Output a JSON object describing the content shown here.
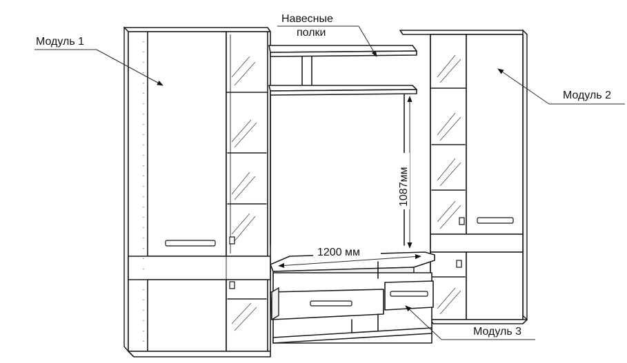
{
  "labels": {
    "module1": "Модуль 1",
    "module2": "Модуль 2",
    "module3": "Модуль 3",
    "shelves_line1": "Навесные",
    "shelves_line2": "полки"
  },
  "dimensions": {
    "width": "1200 мм",
    "height": "1087мм"
  }
}
